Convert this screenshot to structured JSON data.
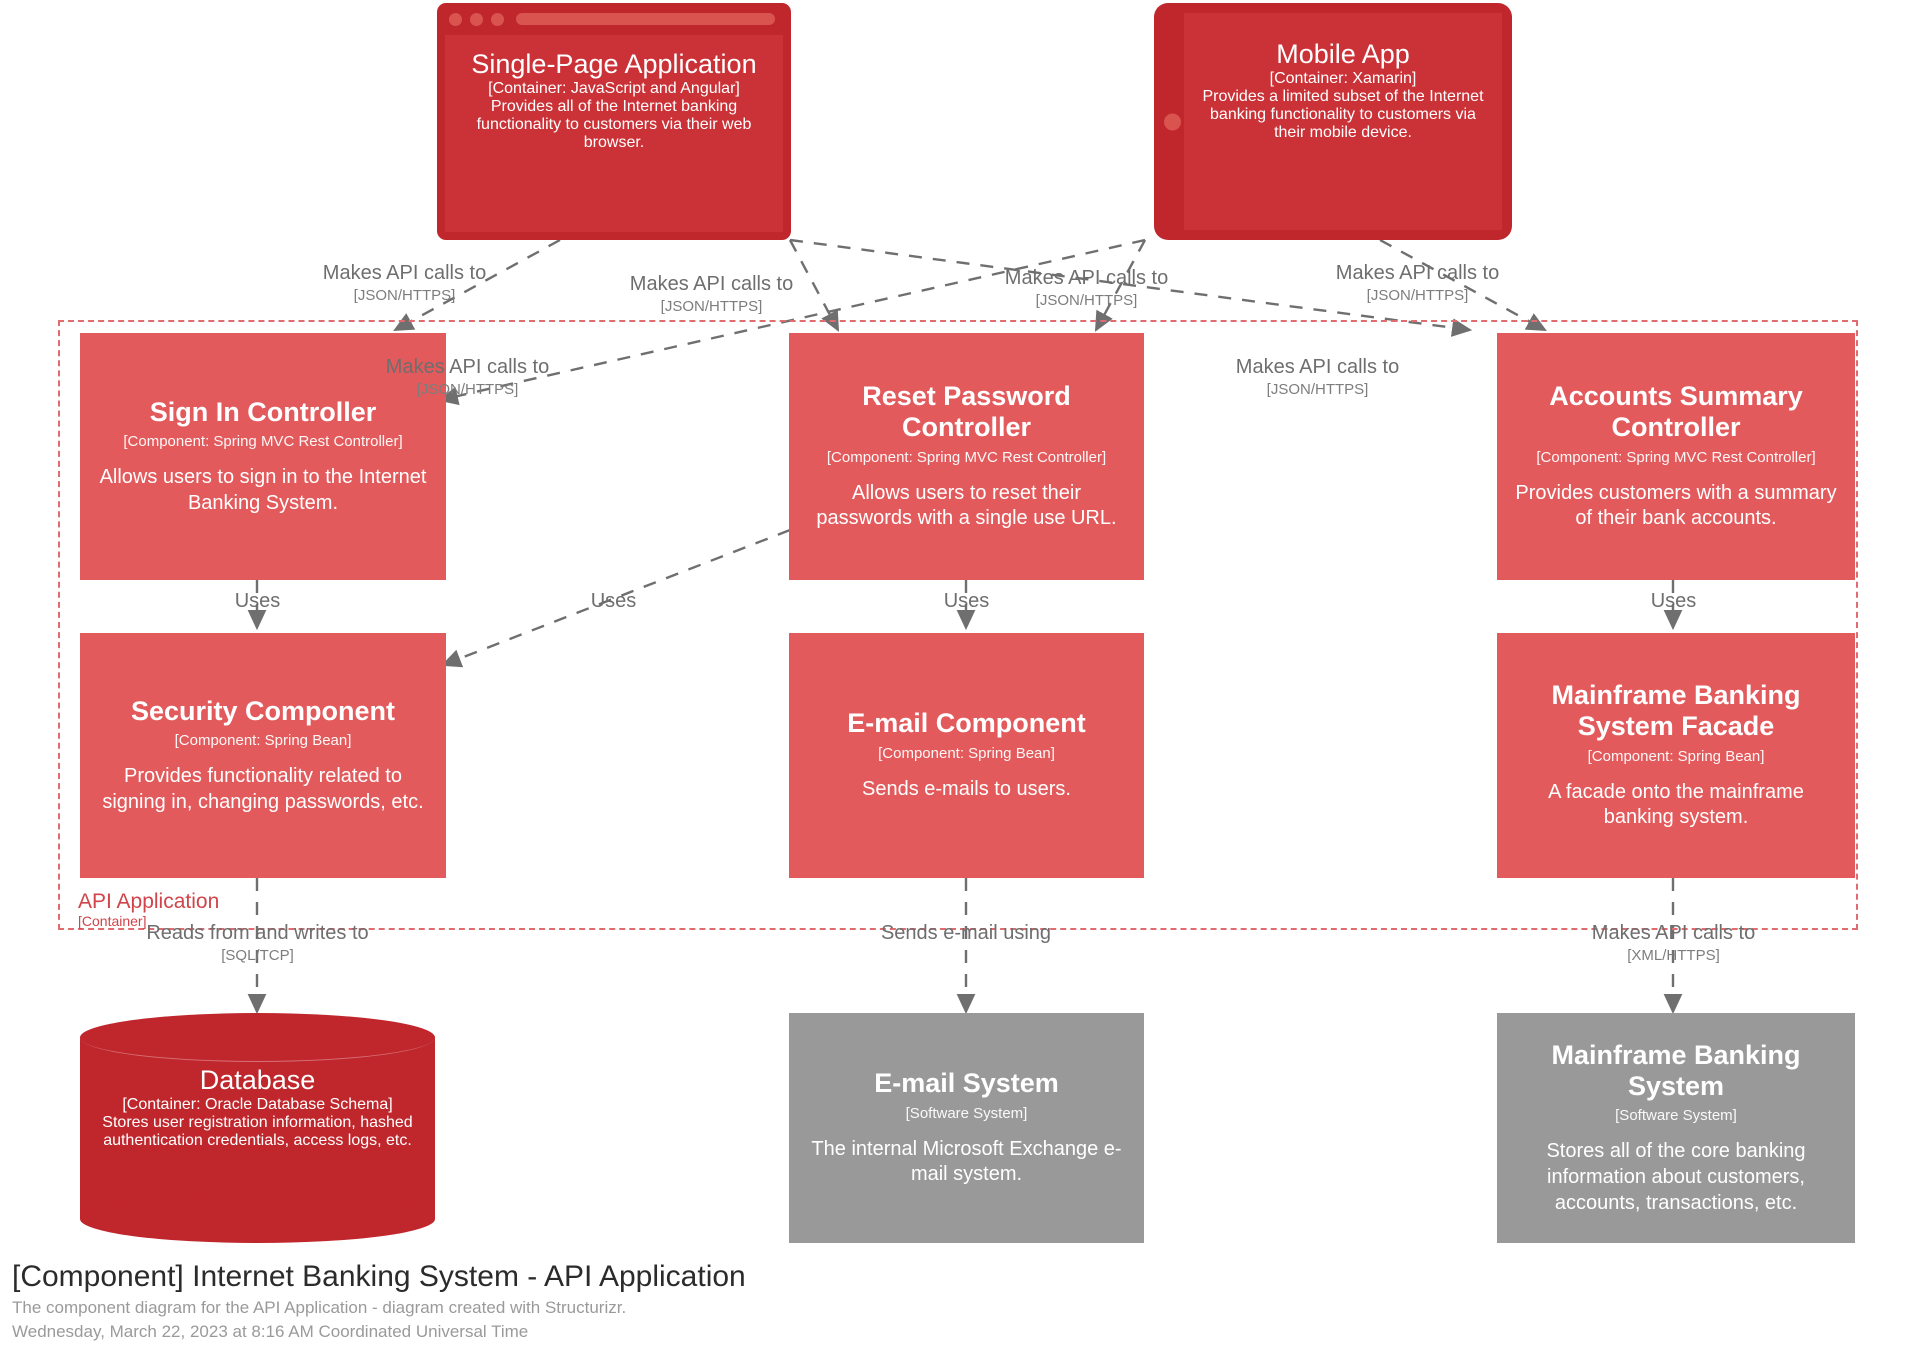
{
  "diagram": {
    "caption_title": "[Component] Internet Banking System - API Application",
    "caption_sub": "The component diagram for the API Application - diagram created with Structurizr.",
    "caption_date": "Wednesday, March 22, 2023 at 8:16 AM Coordinated Universal Time",
    "colors": {
      "container": "#C0272D",
      "component": "#E35A5C",
      "external": "#999999",
      "boundary": "#E06C70",
      "edge": "#707070"
    }
  },
  "boundary": {
    "name": "API Application",
    "type": "[Container]"
  },
  "nodes": {
    "spa": {
      "title": "Single-Page Application",
      "meta": "[Container: JavaScript and Angular]",
      "desc": "Provides all of the Internet banking functionality to customers via their web browser."
    },
    "mobile": {
      "title": "Mobile App",
      "meta": "[Container: Xamarin]",
      "desc": "Provides a limited subset of the Internet banking functionality to customers via their mobile device."
    },
    "signin": {
      "title": "Sign In Controller",
      "meta": "[Component: Spring MVC Rest Controller]",
      "desc": "Allows users to sign in to the Internet Banking System."
    },
    "reset": {
      "title": "Reset Password Controller",
      "meta": "[Component: Spring MVC Rest Controller]",
      "desc": "Allows users to reset their passwords with a single use URL."
    },
    "accounts": {
      "title": "Accounts Summary Controller",
      "meta": "[Component: Spring MVC Rest Controller]",
      "desc": "Provides customers with a summary of their bank accounts."
    },
    "security": {
      "title": "Security Component",
      "meta": "[Component: Spring Bean]",
      "desc": "Provides functionality related to signing in, changing passwords, etc."
    },
    "email": {
      "title": "E-mail Component",
      "meta": "[Component: Spring Bean]",
      "desc": "Sends e-mails to users."
    },
    "facade": {
      "title": "Mainframe Banking System Facade",
      "meta": "[Component: Spring Bean]",
      "desc": "A facade onto the mainframe banking system."
    },
    "database": {
      "title": "Database",
      "meta": "[Container: Oracle Database Schema]",
      "desc": "Stores user registration information, hashed authentication credentials, access logs, etc."
    },
    "emailsystem": {
      "title": "E-mail System",
      "meta": "[Software System]",
      "desc": "The internal Microsoft Exchange e-mail system."
    },
    "mainframe": {
      "title": "Mainframe Banking System",
      "meta": "[Software System]",
      "desc": "Stores all of the core banking information about customers, accounts, transactions, etc."
    }
  },
  "edges": [
    {
      "id": "spa-signin",
      "label": "Makes API calls to",
      "tech": "[JSON/HTTPS]"
    },
    {
      "id": "spa-reset",
      "label": "Makes API calls to",
      "tech": "[JSON/HTTPS]"
    },
    {
      "id": "spa-accounts",
      "label": "Makes API calls to",
      "tech": "[JSON/HTTPS]"
    },
    {
      "id": "mobile-signin",
      "label": "Makes API calls to",
      "tech": "[JSON/HTTPS]"
    },
    {
      "id": "mobile-reset",
      "label": "Makes API calls to",
      "tech": "[JSON/HTTPS]"
    },
    {
      "id": "mobile-accounts",
      "label": "Makes API calls to",
      "tech": "[JSON/HTTPS]"
    },
    {
      "id": "signin-security",
      "label": "Uses",
      "tech": ""
    },
    {
      "id": "reset-security",
      "label": "Uses",
      "tech": ""
    },
    {
      "id": "reset-email",
      "label": "Uses",
      "tech": ""
    },
    {
      "id": "accounts-facade",
      "label": "Uses",
      "tech": ""
    },
    {
      "id": "security-db",
      "label": "Reads from and writes to",
      "tech": "[SQL/TCP]"
    },
    {
      "id": "email-emailsys",
      "label": "Sends e-mail using",
      "tech": ""
    },
    {
      "id": "facade-mainframe",
      "label": "Makes API calls to",
      "tech": "[XML/HTTPS]"
    }
  ]
}
